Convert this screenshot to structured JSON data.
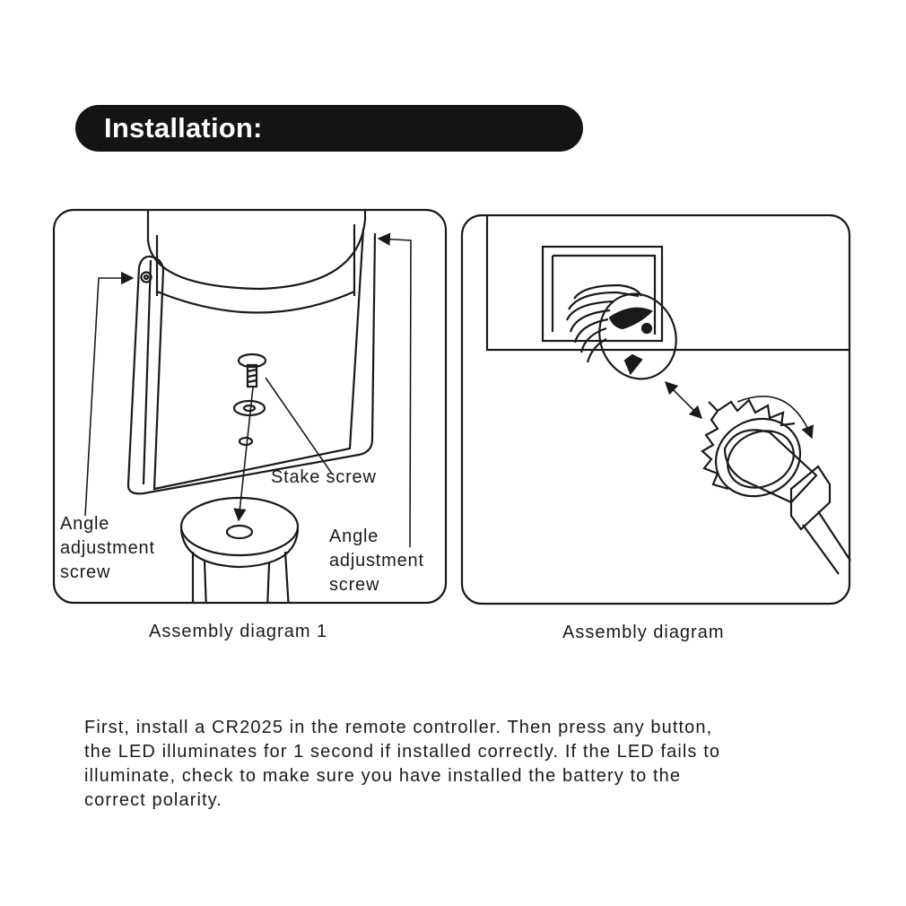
{
  "header": {
    "title": "Installation:"
  },
  "diagram1": {
    "labels": {
      "stake_screw": "Stake screw",
      "angle_left": [
        "Angle",
        "adjustment",
        "screw"
      ],
      "angle_right": [
        "Angle",
        "adjustment",
        "screw"
      ]
    },
    "caption": "Assembly diagram 1"
  },
  "diagram2": {
    "caption": "Assembly diagram"
  },
  "instructions": {
    "lines": [
      "First, install  a  CR2025   in the remote controller. Then press any button,",
      "the LED illuminates for 1 second if installed correctly. If the LED fails to",
      "illuminate, check to make sure you have installed the battery to the",
      "correct polarity."
    ]
  }
}
